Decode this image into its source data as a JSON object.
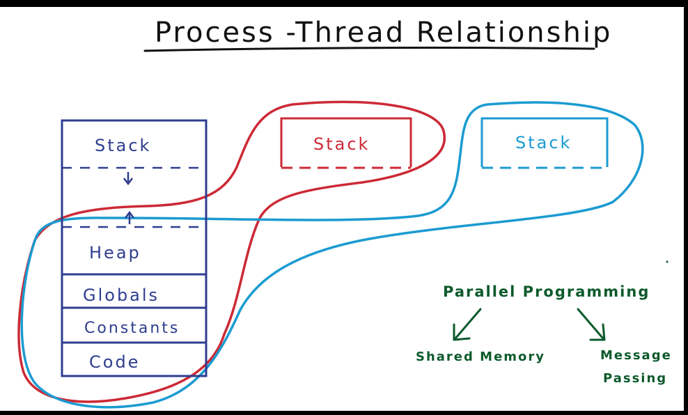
{
  "title": "Process -Thread Relationship",
  "process": {
    "segments": [
      "Stack",
      "Heap",
      "Globals",
      "Constants",
      "Code"
    ]
  },
  "threads": [
    {
      "stack_label": "Stack",
      "color": "#cc2a36"
    },
    {
      "stack_label": "Stack",
      "color": "#1b9bd1"
    }
  ],
  "colors": {
    "process": "#2e3d8f",
    "notes": "#0d5a2c",
    "title": "#111111"
  },
  "notes": {
    "heading": "Parallel Programming",
    "left": "Shared Memory",
    "right_line1": "Message",
    "right_line2": "Passing"
  }
}
